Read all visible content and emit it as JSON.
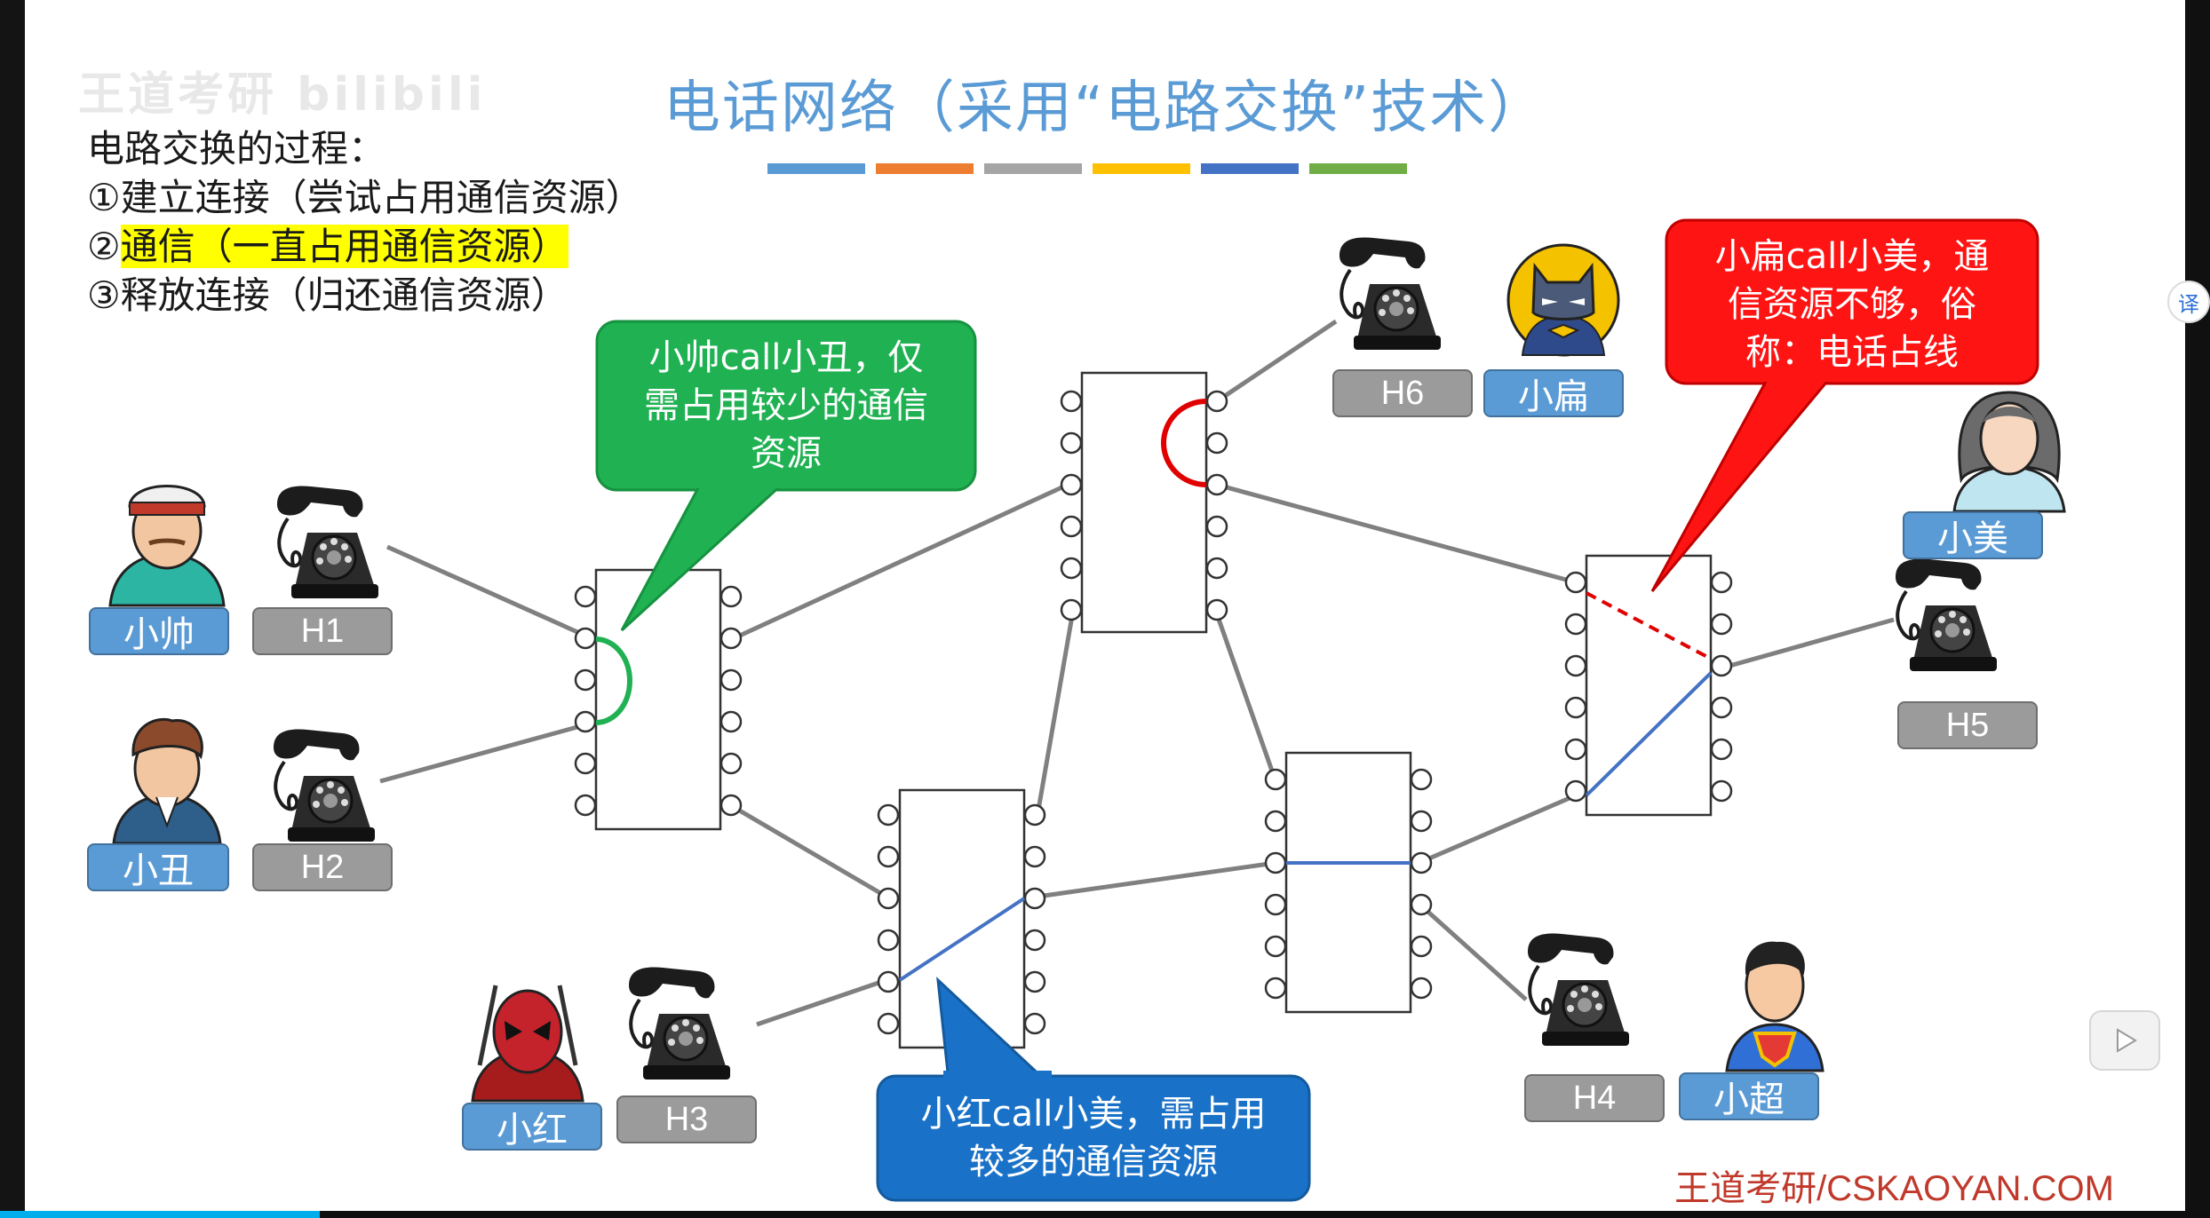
{
  "title": "电话网络（采用“电路交换”技术）",
  "watermark": "王道考研 bilibili",
  "steps": {
    "heading": "电路交换的过程：",
    "step1": "①建立连接（尝试占用通信资源）",
    "step2_num": "②",
    "step2_text": "通信（一直占用通信资源）",
    "step3": "③释放连接（归还通信资源）"
  },
  "color_bars": [
    "#5b9bd5",
    "#ed7d31",
    "#a5a5a5",
    "#ffc000",
    "#4472c4",
    "#70ad47"
  ],
  "people": {
    "xiaoshuai": "小帅",
    "xiaochou": "小丑",
    "xiaohong": "小红",
    "xiaobian": "小扁",
    "xiaomei": "小美",
    "xiaochao": "小超"
  },
  "phones": {
    "h1": "H1",
    "h2": "H2",
    "h3": "H3",
    "h4": "H4",
    "h5": "H5",
    "h6": "H6"
  },
  "callouts": {
    "green_line1": "小帅call小丑，仅",
    "green_line2": "需占用较少的通信",
    "green_line3": "资源",
    "red_line1": "小扁call小美，通",
    "red_line2": "信资源不够，俗",
    "red_line3": "称：电话占线",
    "blue_line1": "小红call小美，需占用",
    "blue_line2": "较多的通信资源"
  },
  "colors": {
    "green": "#1fb152",
    "red": "#ff1414",
    "blue": "#1a72c8",
    "label_blue": "#5b9bd5",
    "label_gray": "#9b9b9b",
    "link_blue": "#4472c4",
    "link_red": "#e00000"
  },
  "footer": {
    "brand": "王道考研",
    "site": "/CSKAOYAN.COM"
  },
  "overlay": {
    "translate_icon": "译"
  }
}
